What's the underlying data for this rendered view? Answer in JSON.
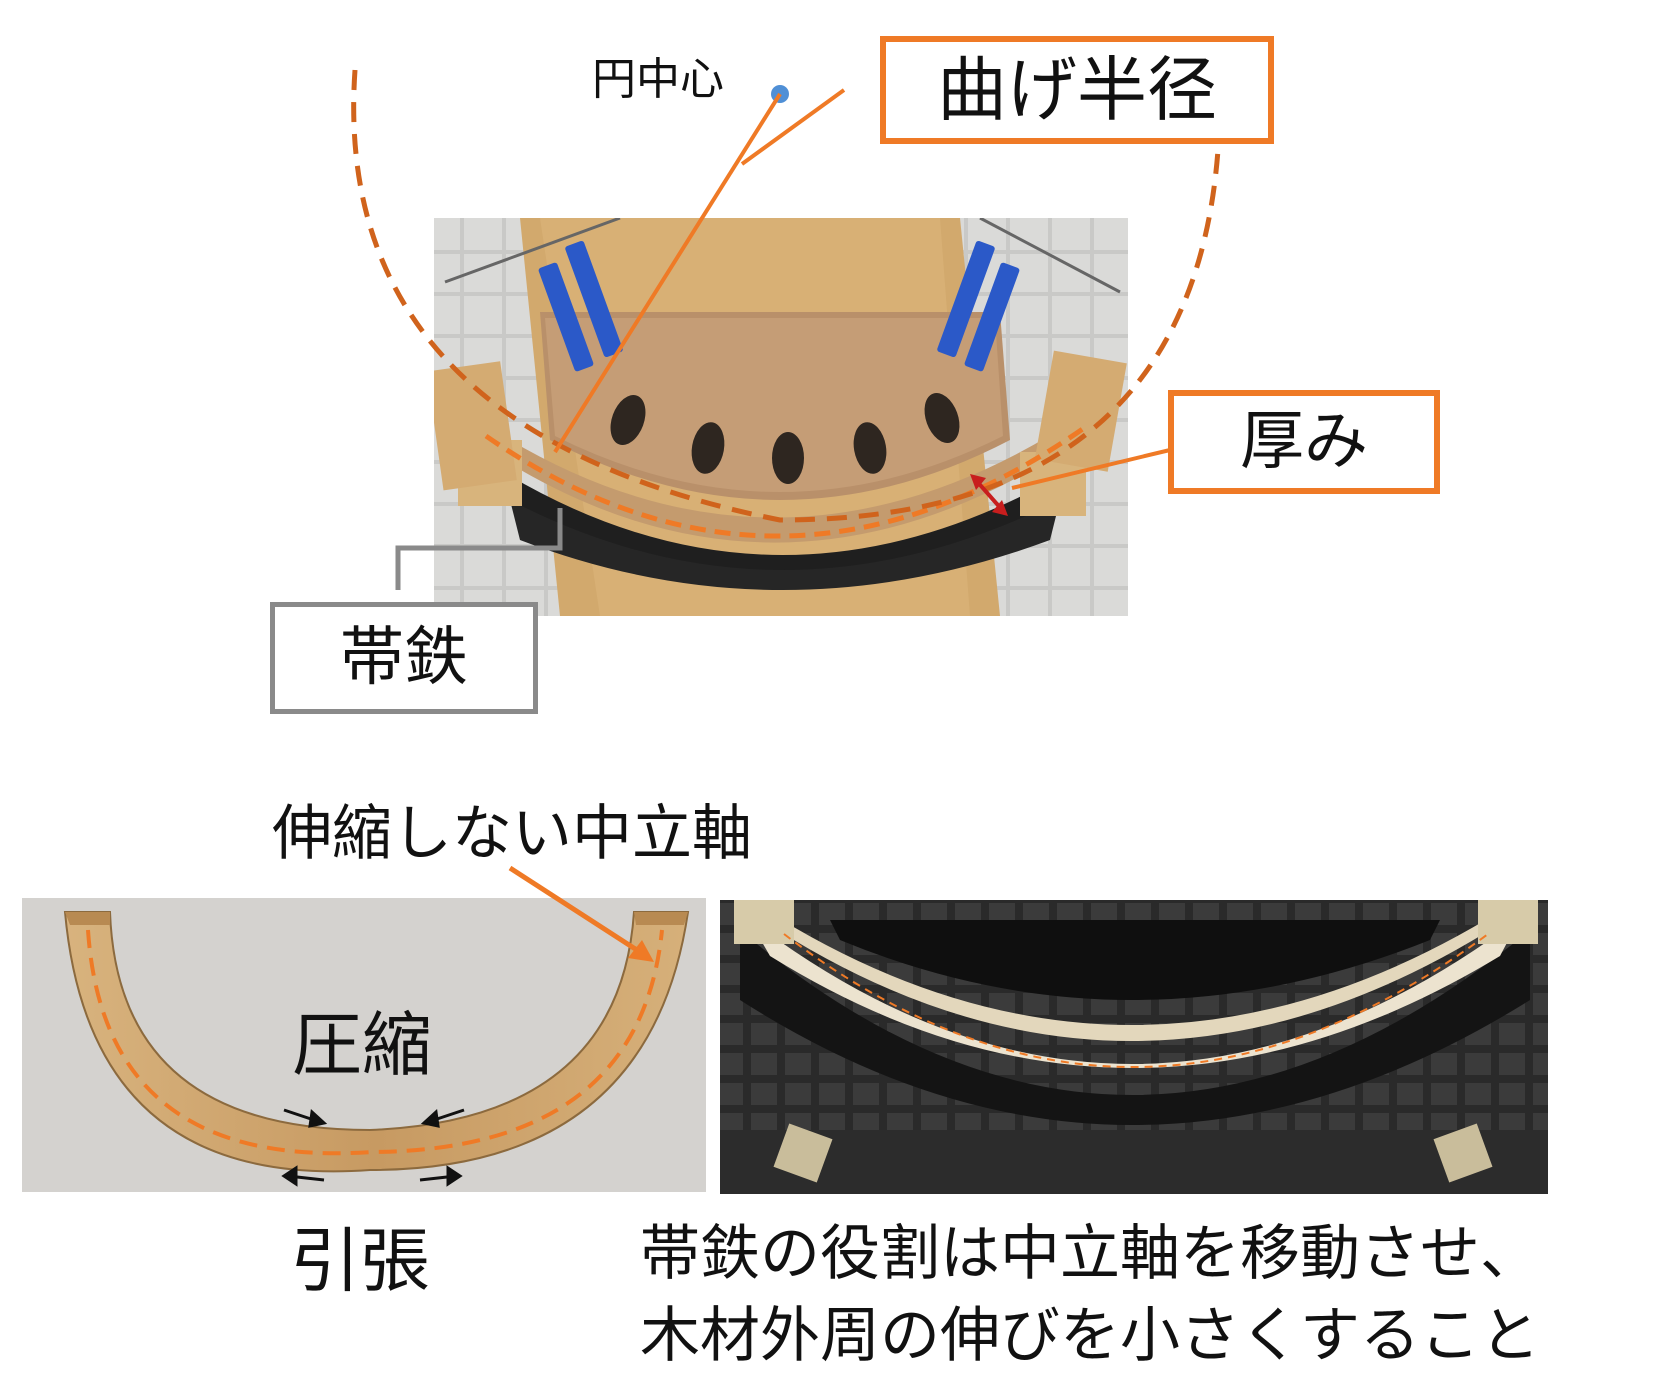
{
  "labels": {
    "circle_center": "円中心",
    "bend_radius": "曲げ半径",
    "thickness": "厚み",
    "band_iron": "帯鉄",
    "neutral_axis": "伸縮しない中立軸",
    "compression": "圧縮",
    "tension": "引張",
    "caption_line1": "帯鉄の役割は中立軸を移動させ、",
    "caption_line2": "木材外周の伸びを小さくすること"
  },
  "colors": {
    "accent_orange": "#ef7a26",
    "dashed_arc": "#d0631c",
    "center_dot": "#4f8fd6",
    "thickness_arrow": "#c81e1e",
    "box_gray": "#8a8a8a"
  }
}
